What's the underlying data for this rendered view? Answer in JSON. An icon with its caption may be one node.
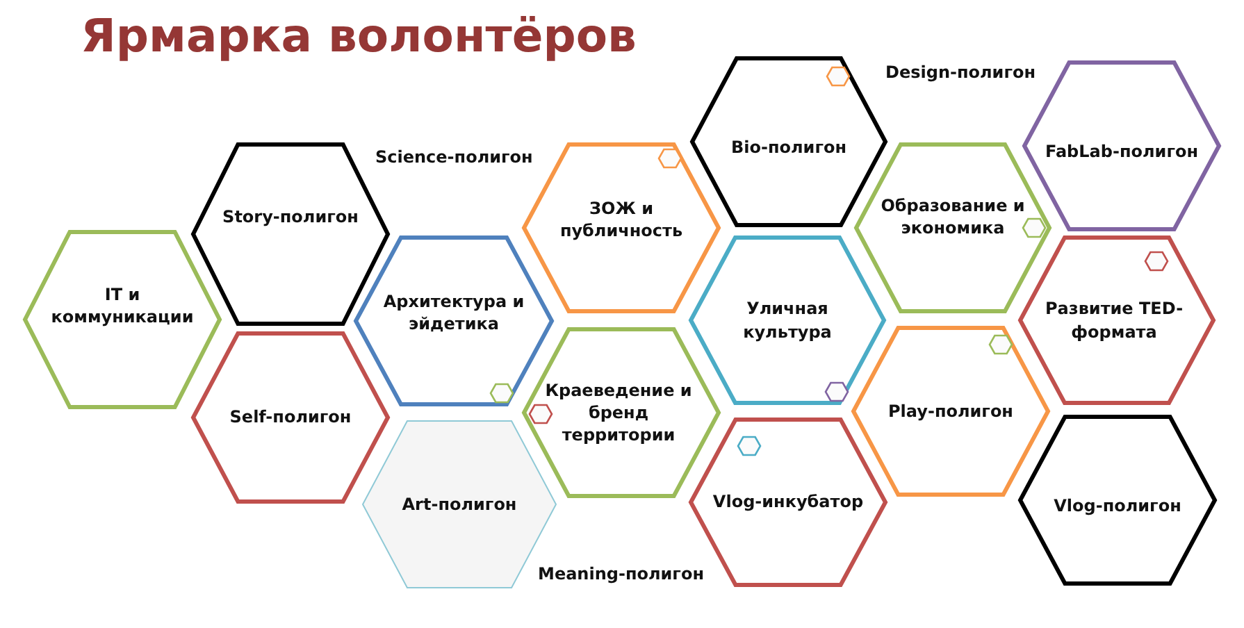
{
  "diagram": {
    "title": "Ярмарка волонтёров",
    "nodes": [
      {
        "text": [
          "IT и коммуникации"
        ]
      },
      {
        "text": [
          "Story-полигон"
        ]
      },
      {
        "text": [
          "Self-полигон"
        ]
      },
      {
        "text": [
          "Архитектура и эйдетика"
        ]
      },
      {
        "text": [
          "Art-полигон"
        ]
      },
      {
        "text": [
          "ЗОЖ и публичность"
        ]
      },
      {
        "text": [
          "Краеведение и бренд территории"
        ]
      },
      {
        "text": [
          "Bio-полигон"
        ]
      },
      {
        "text": [
          "Уличная культура"
        ]
      },
      {
        "text": [
          "Vlog-инкубатор"
        ]
      },
      {
        "text": [
          "Образование и экономика"
        ]
      },
      {
        "text": [
          "Play-полигон"
        ]
      },
      {
        "text": [
          "FabLab-полигон"
        ]
      },
      {
        "text": [
          "Развитие TED-формата"
        ]
      },
      {
        "text": [
          "Vlog-полигон"
        ]
      }
    ],
    "labels": [
      "Design-полигон",
      "Science-полигон",
      "Meaning-полигон"
    ]
  }
}
